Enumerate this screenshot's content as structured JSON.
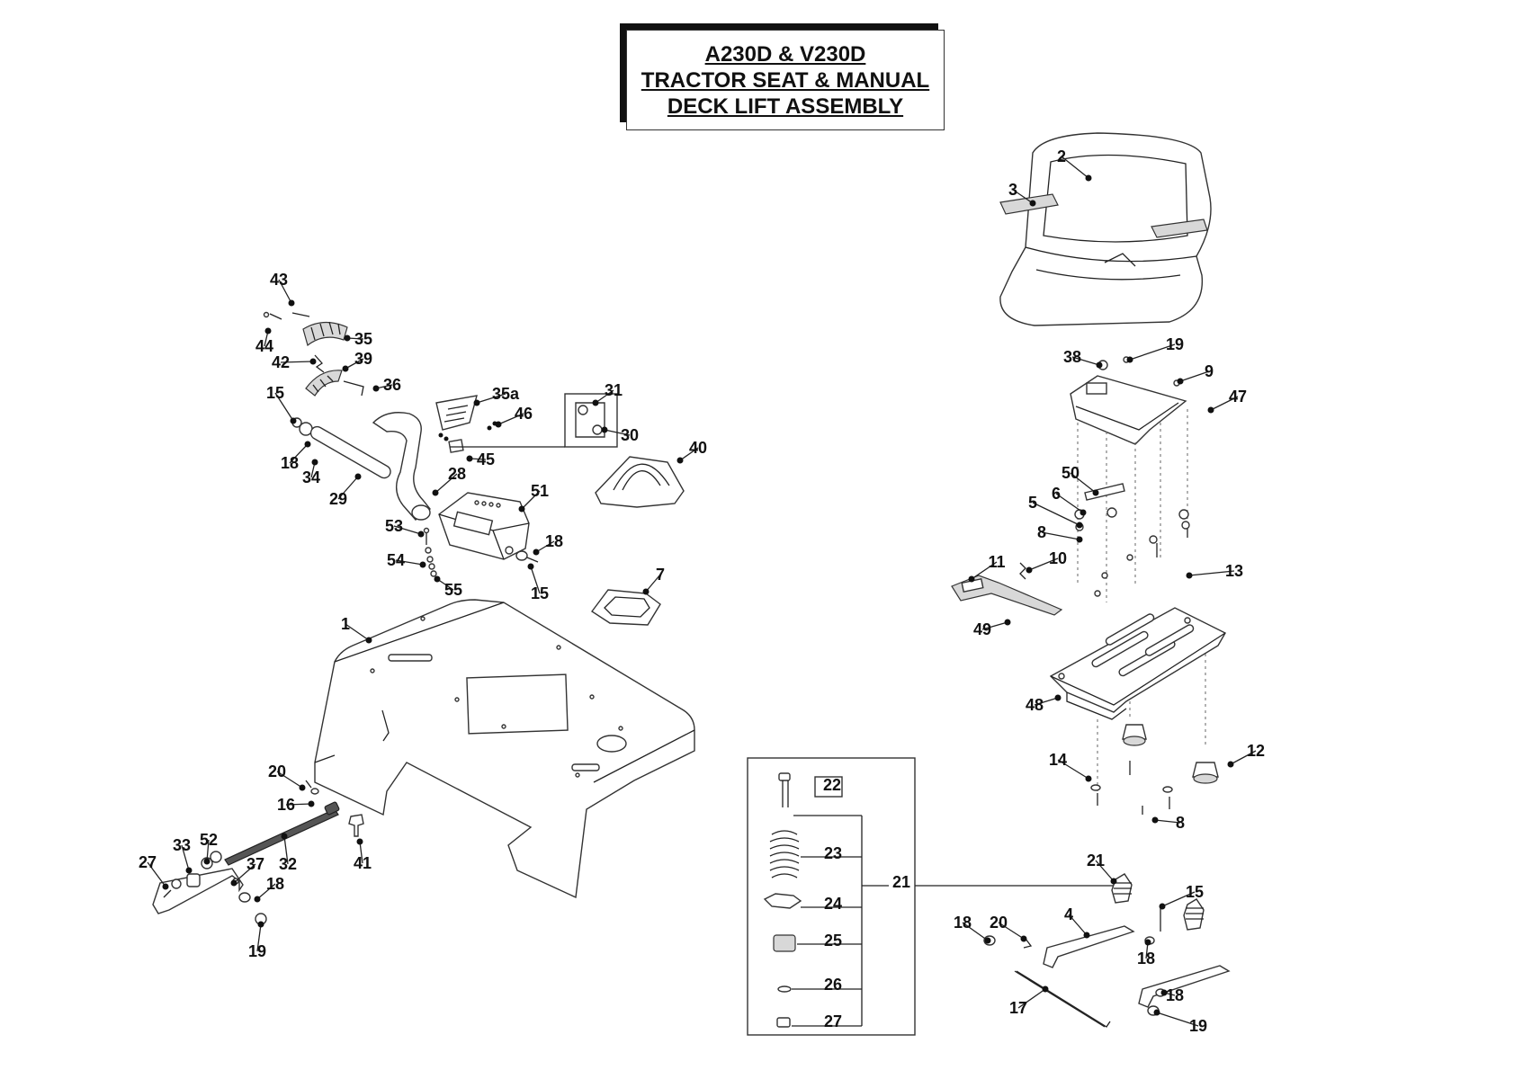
{
  "title": {
    "line1": "A230D & V230D",
    "line2": "TRACTOR SEAT & MANUAL",
    "line3": "DECK LIFT ASSEMBLY"
  },
  "callouts": [
    {
      "id": "c-43",
      "text": "43"
    },
    {
      "id": "c-44",
      "text": "44"
    },
    {
      "id": "c-35",
      "text": "35"
    },
    {
      "id": "c-42",
      "text": "42"
    },
    {
      "id": "c-39",
      "text": "39"
    },
    {
      "id": "c-36",
      "text": "36"
    },
    {
      "id": "c-15a",
      "text": "15"
    },
    {
      "id": "c-18a",
      "text": "18"
    },
    {
      "id": "c-34",
      "text": "34"
    },
    {
      "id": "c-29",
      "text": "29"
    },
    {
      "id": "c-28",
      "text": "28"
    },
    {
      "id": "c-35a",
      "text": "35a"
    },
    {
      "id": "c-46",
      "text": "46"
    },
    {
      "id": "c-45",
      "text": "45"
    },
    {
      "id": "c-31",
      "text": "31"
    },
    {
      "id": "c-30",
      "text": "30"
    },
    {
      "id": "c-40",
      "text": "40"
    },
    {
      "id": "c-51",
      "text": "51"
    },
    {
      "id": "c-53",
      "text": "53"
    },
    {
      "id": "c-18b",
      "text": "18"
    },
    {
      "id": "c-54",
      "text": "54"
    },
    {
      "id": "c-55",
      "text": "55"
    },
    {
      "id": "c-15b",
      "text": "15"
    },
    {
      "id": "c-7",
      "text": "7"
    },
    {
      "id": "c-1",
      "text": "1"
    },
    {
      "id": "c-20a",
      "text": "20"
    },
    {
      "id": "c-16",
      "text": "16"
    },
    {
      "id": "c-33",
      "text": "33"
    },
    {
      "id": "c-52",
      "text": "52"
    },
    {
      "id": "c-27a",
      "text": "27"
    },
    {
      "id": "c-37",
      "text": "37"
    },
    {
      "id": "c-32",
      "text": "32"
    },
    {
      "id": "c-41",
      "text": "41"
    },
    {
      "id": "c-18c",
      "text": "18"
    },
    {
      "id": "c-19a",
      "text": "19"
    },
    {
      "id": "c-2",
      "text": "2"
    },
    {
      "id": "c-3",
      "text": "3"
    },
    {
      "id": "c-38",
      "text": "38"
    },
    {
      "id": "c-19b",
      "text": "19"
    },
    {
      "id": "c-9",
      "text": "9"
    },
    {
      "id": "c-47",
      "text": "47"
    },
    {
      "id": "c-50",
      "text": "50"
    },
    {
      "id": "c-6",
      "text": "6"
    },
    {
      "id": "c-5",
      "text": "5"
    },
    {
      "id": "c-8a",
      "text": "8"
    },
    {
      "id": "c-10",
      "text": "10"
    },
    {
      "id": "c-11",
      "text": "11"
    },
    {
      "id": "c-13",
      "text": "13"
    },
    {
      "id": "c-49",
      "text": "49"
    },
    {
      "id": "c-48",
      "text": "48"
    },
    {
      "id": "c-14",
      "text": "14"
    },
    {
      "id": "c-12",
      "text": "12"
    },
    {
      "id": "c-8b",
      "text": "8"
    },
    {
      "id": "c-22",
      "text": "22"
    },
    {
      "id": "c-23",
      "text": "23"
    },
    {
      "id": "c-24",
      "text": "24"
    },
    {
      "id": "c-25",
      "text": "25"
    },
    {
      "id": "c-26",
      "text": "26"
    },
    {
      "id": "c-27b",
      "text": "27"
    },
    {
      "id": "c-21a",
      "text": "21"
    },
    {
      "id": "c-21b",
      "text": "21"
    },
    {
      "id": "c-15c",
      "text": "15"
    },
    {
      "id": "c-4",
      "text": "4"
    },
    {
      "id": "c-18d",
      "text": "18"
    },
    {
      "id": "c-20b",
      "text": "20"
    },
    {
      "id": "c-18e",
      "text": "18"
    },
    {
      "id": "c-17",
      "text": "17"
    },
    {
      "id": "c-18f",
      "text": "18"
    },
    {
      "id": "c-19c",
      "text": "19"
    }
  ]
}
